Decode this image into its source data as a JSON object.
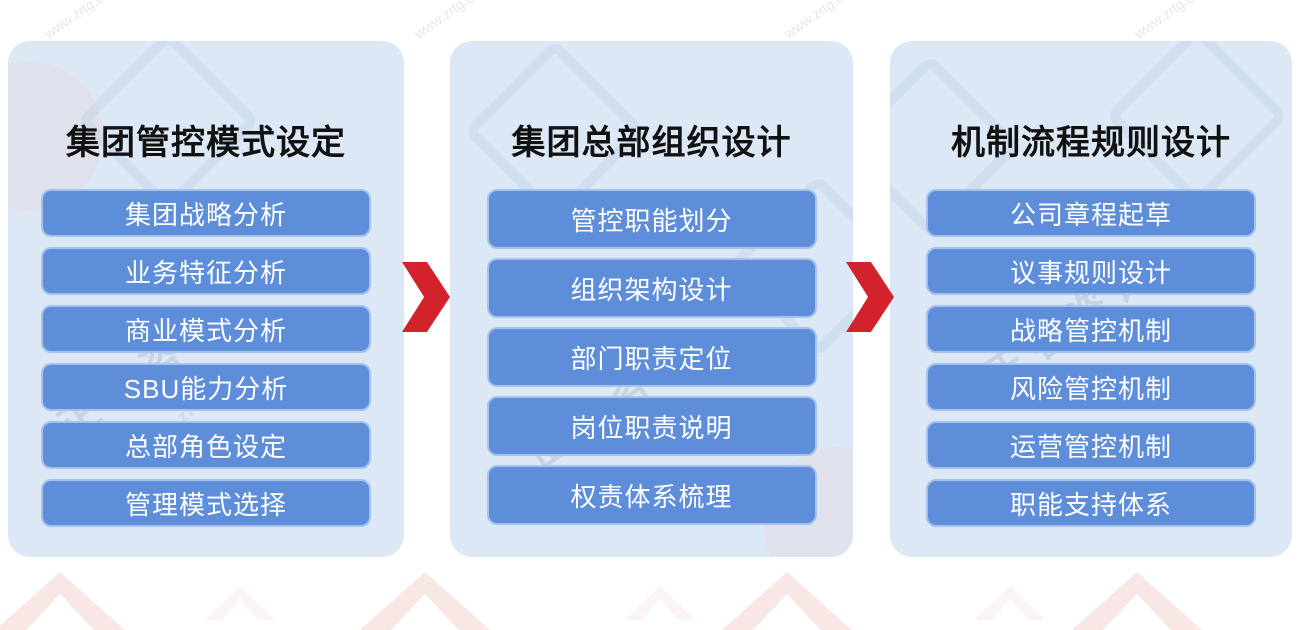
{
  "diagram": {
    "type": "three-phase-process-flow",
    "columns": [
      {
        "title": "集团管控模式设定",
        "items": [
          "集团战略分析",
          "业务特征分析",
          "商业模式分析",
          "SBU能力分析",
          "总部角色设定",
          "管理模式选择"
        ]
      },
      {
        "title": "集团总部组织设计",
        "items": [
          "管控职能划分",
          "组织架构设计",
          "部门职责定位",
          "岗位职责说明",
          "权责体系梳理"
        ]
      },
      {
        "title": "机制流程规则设计",
        "items": [
          "公司章程起草",
          "议事规则设计",
          "战略管控机制",
          "风险管控机制",
          "运营管控机制",
          "职能支持体系"
        ]
      }
    ],
    "arrows": [
      "chevron-right",
      "chevron-right"
    ]
  },
  "watermark": {
    "brand_text": "正睿咨询",
    "brand_text_sub": "www.zrtg.com"
  },
  "colors": {
    "page_bg": "#ffffff",
    "panel_bg": "#dce8f5",
    "item_bg": "#5e8ed9",
    "item_border": "#a4c2ea",
    "item_text": "#ffffff",
    "title_text": "#111111",
    "arrow_red": "#d2232c"
  }
}
